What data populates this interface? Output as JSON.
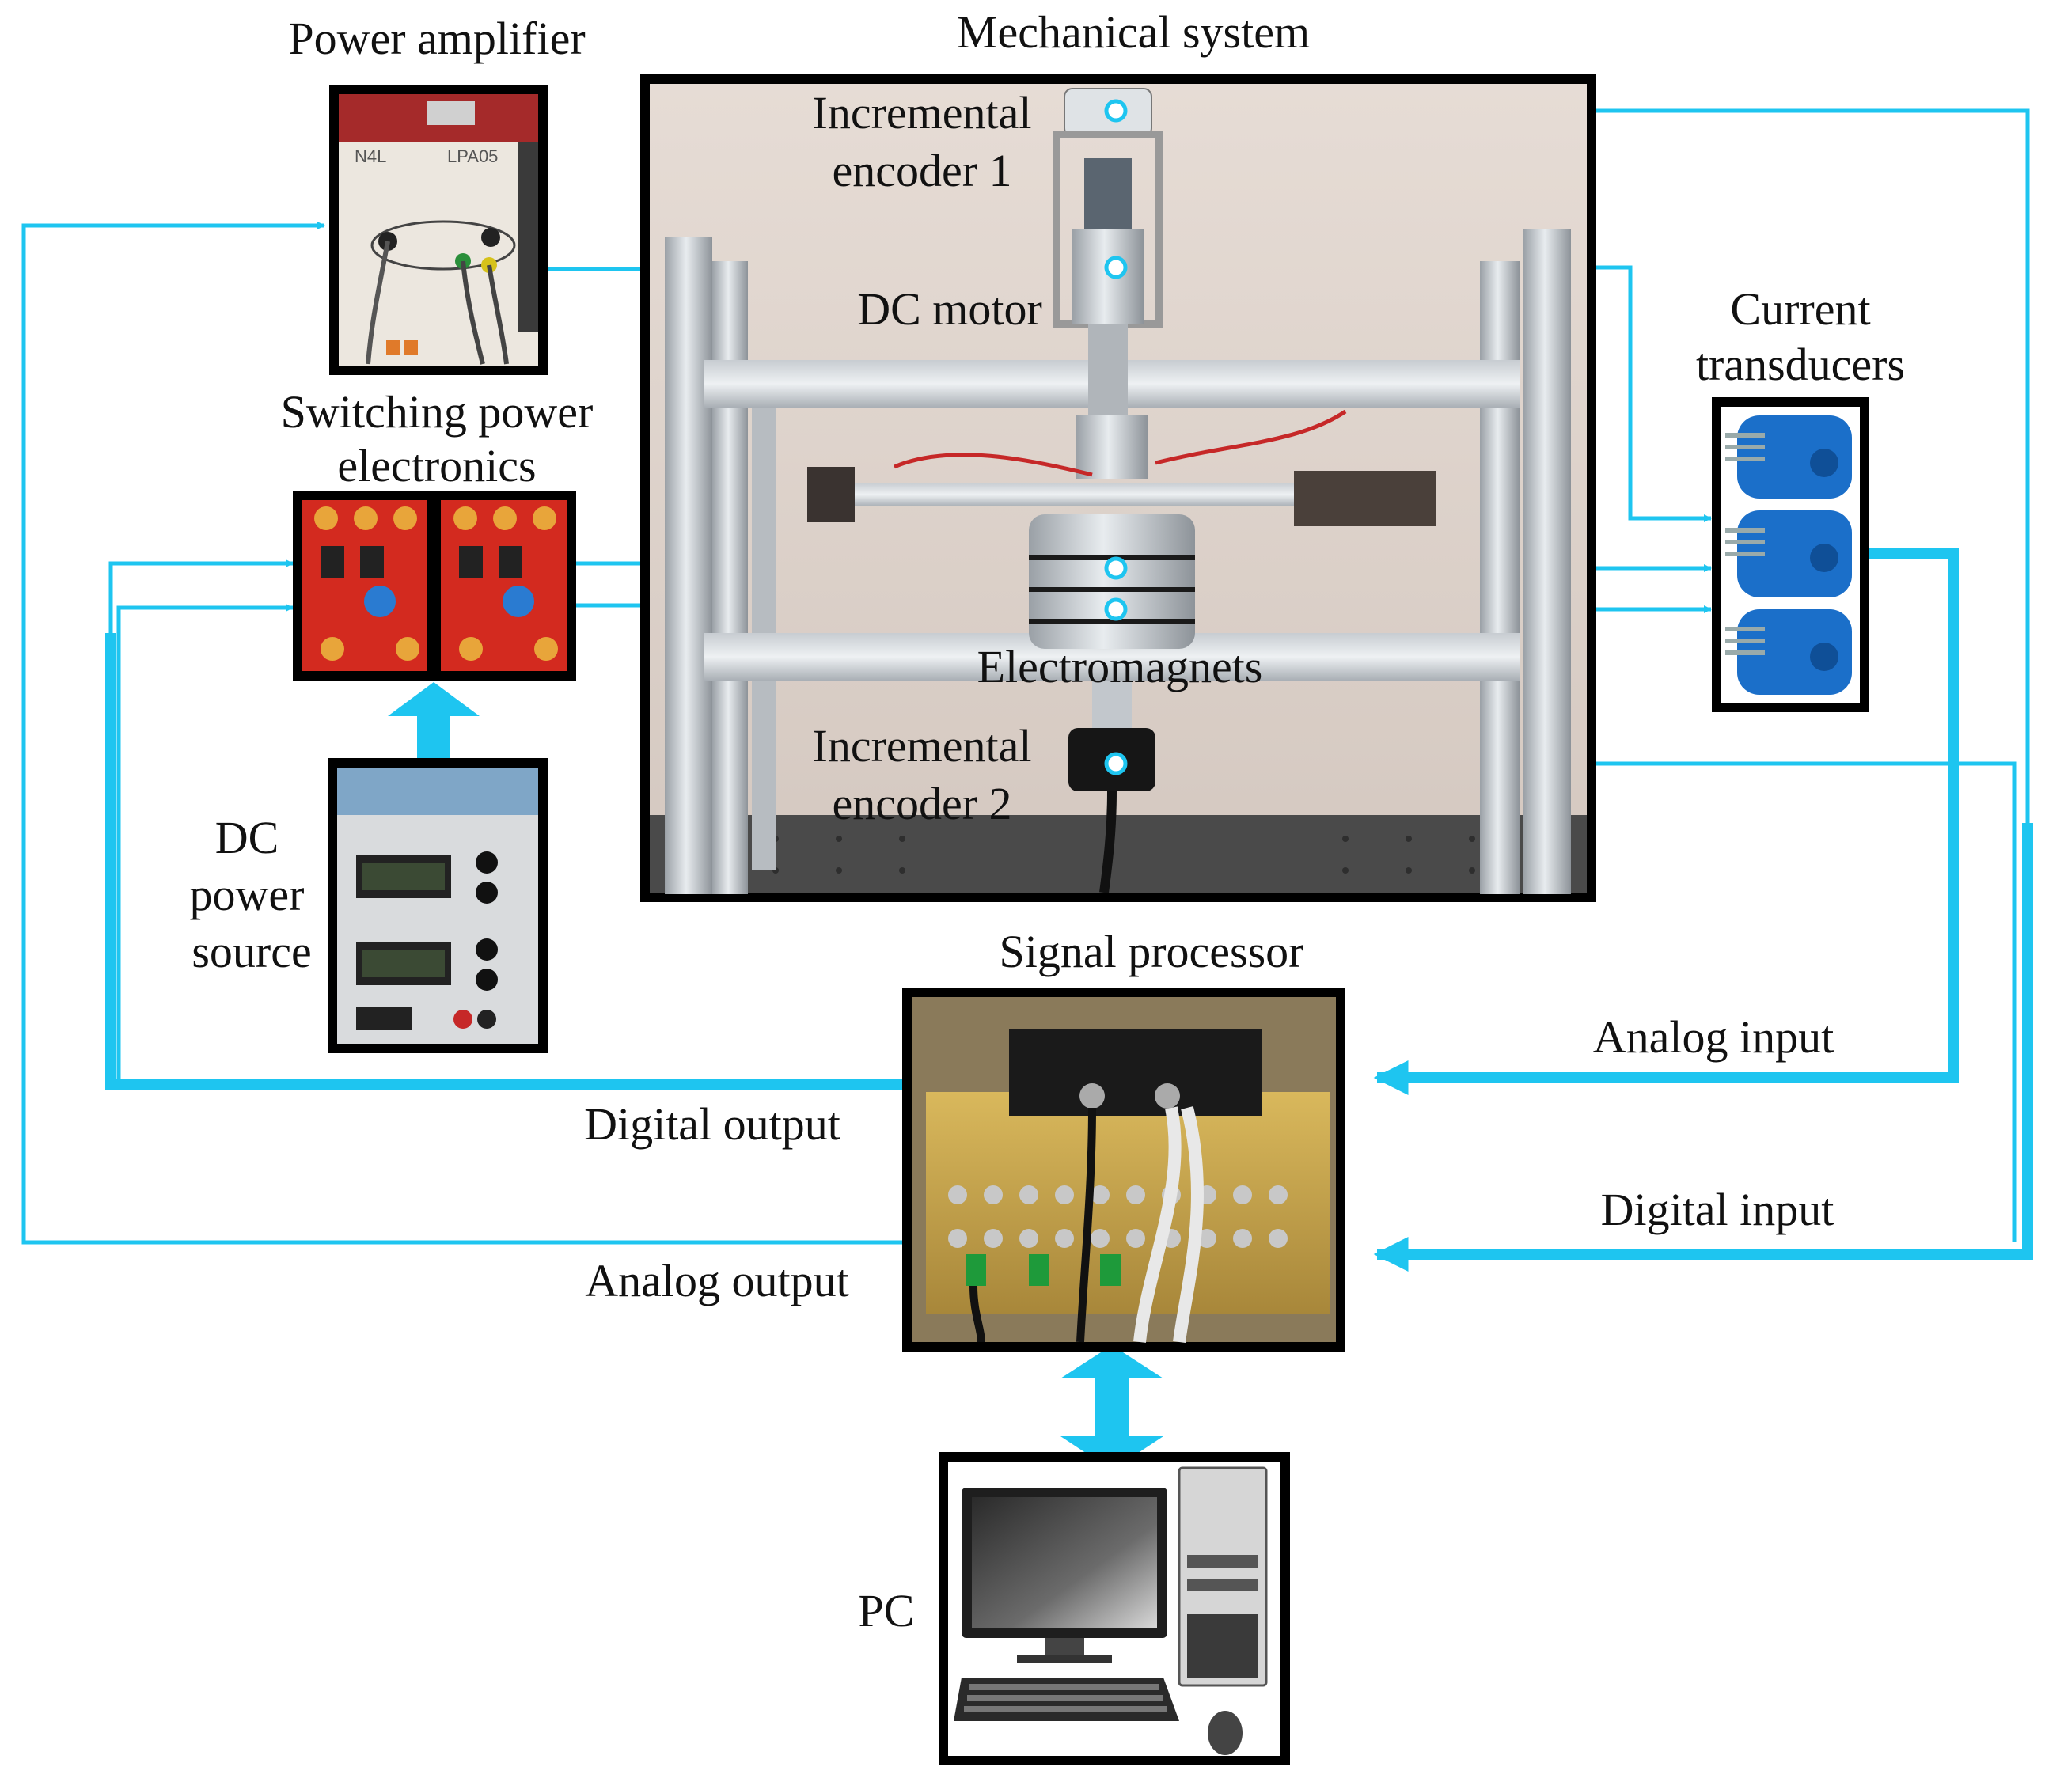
{
  "labels": {
    "power_amplifier": "Power amplifier",
    "mechanical_system": "Mechanical system",
    "incremental_encoder_1": [
      "Incremental",
      "encoder 1"
    ],
    "dc_motor": "DC motor",
    "current_transducers": [
      "Current",
      "transducers"
    ],
    "switching_power_electronics": [
      "Switching power",
      "electronics"
    ],
    "electromagnets": "Electromagnets",
    "incremental_encoder_2": [
      "Incremental",
      "encoder 2"
    ],
    "dc_power_source": [
      "DC",
      "power",
      "source"
    ],
    "signal_processor": "Signal processor",
    "analog_input": "Analog input",
    "digital_input": "Digital input",
    "digital_output": "Digital output",
    "analog_output": "Analog output",
    "pc": "PC"
  },
  "device_text": {
    "amp_brand": "N4L",
    "amp_model": "LPA05"
  },
  "colors": {
    "connector": "#1ec5f0",
    "frame": "#000000",
    "board": "#d32a1f",
    "transducer": "#1b6fc9",
    "processor": "#c9a54a"
  }
}
